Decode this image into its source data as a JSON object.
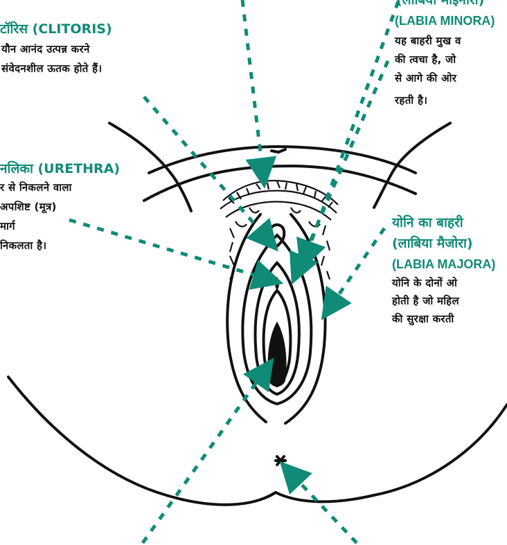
{
  "colors": {
    "accent": "#0f8b78",
    "ink": "#111111",
    "background": "#ffffff"
  },
  "labels": {
    "clitoris": {
      "title": "टॉरिस (CLITORIS)",
      "lines": [
        "यौन आनंद उत्पन्न करने",
        "संवेदनशील ऊतक होते हैं।"
      ]
    },
    "urethra": {
      "title": "नलिका (URETHRA)",
      "lines": [
        "र से निकलने वाला",
        "अपशिष्ट (मूत्र)",
        "मार्ग",
        "निकलता है।"
      ]
    },
    "labia_minora": {
      "title_hi": "(लाबिया माइनोरा)",
      "title_en": "(LABIA MINORA)",
      "lines": [
        "यह बाहरी मुख व",
        "की त्वचा है, जो",
        "से आगे की ओर",
        "रहती है।"
      ]
    },
    "labia_majora": {
      "title_hi": "योनि का बाहरी",
      "title_hi2": "(लाबिया मैजोरा)",
      "title_en": "(LABIA MAJORA)",
      "lines": [
        "योनि के दोनों ओ",
        "होती है जो महिल",
        "की सुरक्षा करती"
      ]
    }
  }
}
